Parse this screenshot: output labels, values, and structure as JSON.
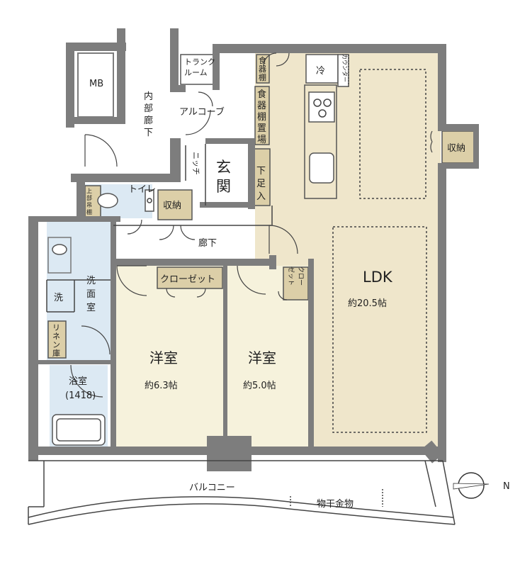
{
  "rooms": {
    "mb": "MB",
    "inner_corridor": [
      "内",
      "部",
      "廊",
      "下"
    ],
    "trunk_room": [
      "トランク",
      "ルーム"
    ],
    "alcove": "アルコーブ",
    "niche": "ニッチ",
    "entrance": [
      "玄",
      "関"
    ],
    "shoe_storage": [
      "下",
      "足",
      "入"
    ],
    "dish_shelf_small": [
      "食",
      "器",
      "棚"
    ],
    "dish_shelf_area": [
      "食",
      "器",
      "棚",
      "置",
      "場"
    ],
    "fridge": "冷",
    "counter": "カウンター",
    "storage_right": "収納",
    "toilet": "トイレ",
    "upper_shelf": [
      "上",
      "部",
      "吊",
      "棚"
    ],
    "storage": "収納",
    "corridor": "廊下",
    "washroom": [
      "洗",
      "面",
      "室"
    ],
    "washer": "洗",
    "linen": [
      "リ",
      "ネ",
      "ン",
      "庫"
    ],
    "bathroom": "浴室",
    "bathroom_size": "(1418)",
    "closet1": "クローゼット",
    "closet2": [
      "クロー",
      "ゼット"
    ],
    "western1": "洋室",
    "western1_size": "約6.3帖",
    "western2": "洋室",
    "western2_size": "約5.0帖",
    "ldk": "LDK",
    "ldk_size": "約20.5帖",
    "balcony": "バルコニー",
    "drying_rack": "物干金物",
    "north": "N"
  },
  "colors": {
    "wall": "#7d7d7d",
    "floor_ldk": "#efe6cb",
    "floor_room": "#f6f2dc",
    "wet_area": "#dce9f3",
    "storage": "#dccfa8",
    "common": "#ffffff"
  }
}
